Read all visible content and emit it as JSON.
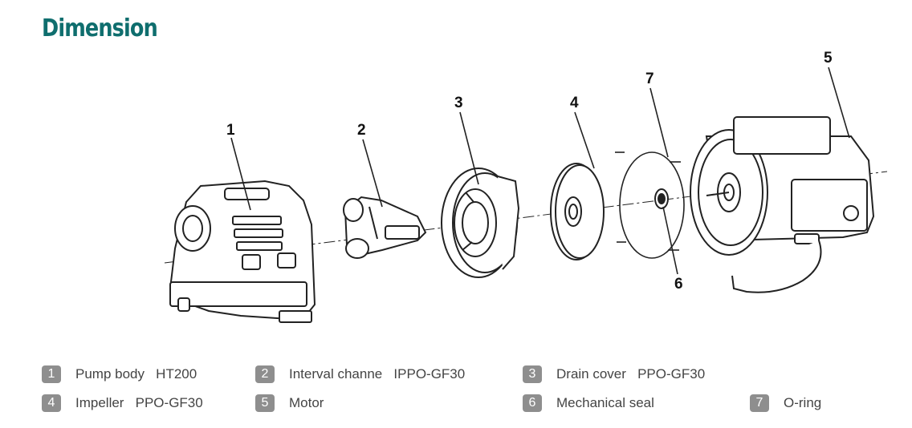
{
  "header": {
    "title": "Dimension"
  },
  "callouts": [
    "1",
    "2",
    "3",
    "4",
    "5",
    "6",
    "7"
  ],
  "legend": [
    {
      "num": "1",
      "text": "Pump body   HT200"
    },
    {
      "num": "2",
      "text": "Interval channe   IPPO-GF30"
    },
    {
      "num": "3",
      "text": "Drain cover   PPO-GF30"
    },
    {
      "num": "4",
      "text": "Impeller   PPO-GF30"
    },
    {
      "num": "5",
      "text": "Motor"
    },
    {
      "num": "6",
      "text": "Mechanical seal"
    },
    {
      "num": "7",
      "text": "O-ring"
    }
  ]
}
